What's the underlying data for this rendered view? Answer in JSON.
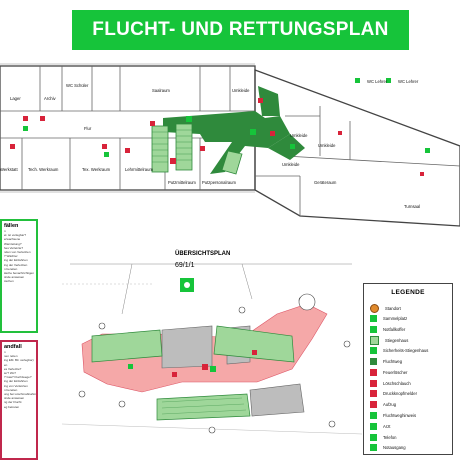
{
  "title": "FLUCHT- UND RETTUNGSPLAN",
  "floorplan": {
    "rooms": [
      {
        "id": "lager",
        "label": "Lager"
      },
      {
        "id": "archiv",
        "label": "Archiv"
      },
      {
        "id": "wc-schueler",
        "label": "WC Schüler"
      },
      {
        "id": "saalraum",
        "label": "Saalraum"
      },
      {
        "id": "umkleide-1",
        "label": "Umkleide"
      },
      {
        "id": "flur",
        "label": "Flur"
      },
      {
        "id": "werkstatt",
        "label": "Werkstatt"
      },
      {
        "id": "tech-werkraum",
        "label": "Tech. Werkraum"
      },
      {
        "id": "tex-werkraum",
        "label": "Tex. Werkraum"
      },
      {
        "id": "lehrmittelraum",
        "label": "Lehrmittelraum"
      },
      {
        "id": "putzmittelraum",
        "label": "Putzmittelraum"
      },
      {
        "id": "putzpersonalraum",
        "label": "Putzpersonalraum"
      },
      {
        "id": "umkleide-2",
        "label": "Umkleide"
      },
      {
        "id": "umkleide-3",
        "label": "Umkleide"
      },
      {
        "id": "umkleide-4",
        "label": "Umkleide"
      },
      {
        "id": "geraeteraum",
        "label": "Geräteraum"
      },
      {
        "id": "turnsaal",
        "label": "Turnsaal"
      },
      {
        "id": "wc-lehrer-1",
        "label": "WC Lehrer"
      },
      {
        "id": "wc-lehrer-2",
        "label": "WC Lehrer"
      }
    ]
  },
  "panels": {
    "fire": {
      "heading": "fällen",
      "lines": [
        "n",
        "el. ist verlegbar?",
        "erwachsene",
        "Warnleitung?",
        "hes Verletzte?",
        "nden von Verletzten",
        "? Wächter",
        "",
        "ing der Einfahrten",
        "ing der Verletzten",
        "n bereiten",
        "",
        "äsche benachrichtigen",
        "",
        "ünde anweisen",
        "öschen"
      ]
    },
    "emergency": {
      "heading": "andfall",
      "lines": [
        "n",
        "nen retten",
        "ing EM. Bit: verlegbar)",
        "en",
        "es Verletzte?",
        "ier? Wo?",
        "? Gas? Fluchtwege?",
        "",
        "ing der Einfahrten",
        "ing von Verletzten",
        "n bereiten",
        "",
        "ung bei Löschmaßnahm.",
        "",
        "ünde anweisen",
        "ng der Flucht",
        "eg betreten"
      ]
    }
  },
  "overview": {
    "title": "ÜBERSICHTSPLAN",
    "parcel": "69/1/1"
  },
  "legend": {
    "title": "LEGENDE",
    "items": [
      {
        "id": "standort",
        "label": "Standort",
        "icon": "standort-icon"
      },
      {
        "id": "sammelplatz",
        "label": "Sammelplatz",
        "icon": "sammelplatz-icon"
      },
      {
        "id": "notfallkoffer",
        "label": "Notfallkoffer",
        "icon": "notfallkoffer-icon"
      },
      {
        "id": "stiegenhaus",
        "label": "Stiegenhaus",
        "icon": "stiegenhaus-icon"
      },
      {
        "id": "sicherheits-stiegenhaus",
        "label": "Sicherheits-Stiegenhaus",
        "icon": "sicherheits-stiegenhaus-icon"
      },
      {
        "id": "fluchtweg",
        "label": "Fluchtweg",
        "icon": "fluchtweg-icon"
      },
      {
        "id": "feuerloescher",
        "label": "Feuerlöscher",
        "icon": "feuerloescher-icon"
      },
      {
        "id": "loeschschlauch",
        "label": "Löschschlauch",
        "icon": "loeschschlauch-icon"
      },
      {
        "id": "druckknopfmelder",
        "label": "Druckknopfmelder",
        "icon": "druckknopfmelder-icon"
      },
      {
        "id": "aufzug",
        "label": "Aufzug",
        "icon": "aufzug-icon"
      },
      {
        "id": "fluchtweghinweis",
        "label": "Fluchtweghinweis",
        "icon": "fluchtweghinweis-icon"
      },
      {
        "id": "arzt",
        "label": "Arzt",
        "icon": "arzt-icon"
      },
      {
        "id": "telefon",
        "label": "Telefon",
        "icon": "telefon-icon"
      },
      {
        "id": "notausgang",
        "label": "Notausgang",
        "icon": "notausgang-icon"
      }
    ]
  },
  "colors": {
    "banner": "#16c43a",
    "escape_route": "#2f8a3c",
    "stair_light": "#9fd79a",
    "hazard_red": "#d8233a",
    "road_pink": "#f5a8a8",
    "grey_building": "#bdbdbd",
    "green_panel": "#22c03c",
    "red_panel": "#c0284c"
  }
}
